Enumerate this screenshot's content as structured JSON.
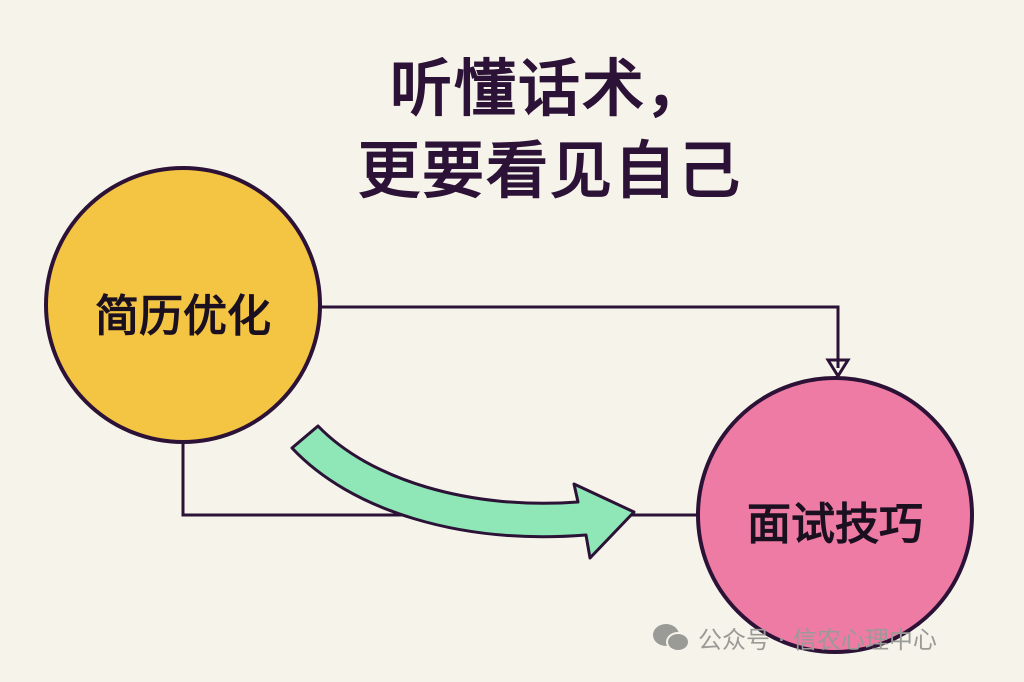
{
  "title": {
    "line1": "听懂话术，",
    "line2": "更要看见自己"
  },
  "nodes": {
    "left": "简历优化",
    "right": "面试技巧"
  },
  "watermark": {
    "icon": "wechat-icon",
    "text": "公众号 · 信农心理中心"
  },
  "colors": {
    "left_node": "#f4c443",
    "right_node": "#ee7ba4",
    "arrow": "#8fe6b6",
    "ink": "#2b1236"
  }
}
